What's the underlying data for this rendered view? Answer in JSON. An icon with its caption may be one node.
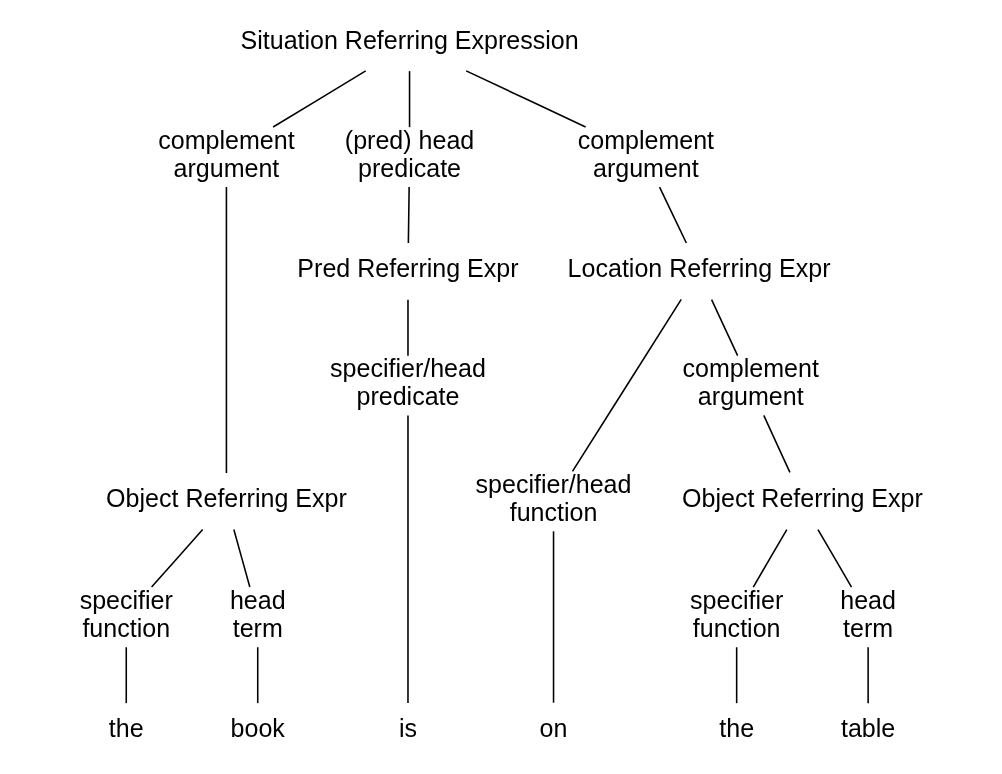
{
  "diagram": {
    "nodes": [
      {
        "text": [
          "Situation Referring Expression"
        ]
      },
      {
        "text": [
          "complement",
          "argument"
        ]
      },
      {
        "text": [
          "(pred) head",
          "predicate"
        ]
      },
      {
        "text": [
          "complement",
          "argument"
        ]
      },
      {
        "text": [
          "Location Referring Expr"
        ]
      },
      {
        "text": [
          "specifier/head",
          "function"
        ]
      },
      {
        "text": [
          "complement",
          "argument"
        ]
      },
      {
        "text": [
          "Object Referring Expr"
        ]
      },
      {
        "text": [
          "Pred Referring Expr"
        ]
      },
      {
        "text": [
          "Object Referring Expr"
        ]
      },
      {
        "text": [
          "specifier",
          "function"
        ]
      },
      {
        "text": [
          "head",
          "term"
        ]
      },
      {
        "text": [
          "specifier/head",
          "predicate"
        ]
      },
      {
        "text": [
          "specifier",
          "function"
        ]
      },
      {
        "text": [
          "head",
          "term"
        ]
      },
      {
        "text": [
          "the"
        ]
      },
      {
        "text": [
          "book"
        ]
      },
      {
        "text": [
          "is"
        ]
      },
      {
        "text": [
          "on"
        ]
      },
      {
        "text": [
          "the"
        ]
      },
      {
        "text": [
          "table"
        ]
      }
    ],
    "edges": [
      {
        "from": 0,
        "to": 1,
        "arrow": "none"
      },
      {
        "from": 0,
        "to": 2,
        "arrow": "none"
      },
      {
        "from": 0,
        "to": 3,
        "arrow": "none"
      },
      {
        "from": 3,
        "to": 4,
        "arrow": "none"
      },
      {
        "from": 4,
        "to": 5,
        "arrow": "none"
      },
      {
        "from": 4,
        "to": 6,
        "arrow": "none"
      },
      {
        "from": 1,
        "to": 7,
        "arrow": "none"
      },
      {
        "from": 2,
        "to": 8,
        "arrow": "none"
      },
      {
        "from": 6,
        "to": 9,
        "arrow": "none"
      },
      {
        "from": 7,
        "to": 10,
        "arrow": "none"
      },
      {
        "from": 7,
        "to": 11,
        "arrow": "none"
      },
      {
        "from": 8,
        "to": 12,
        "arrow": "none"
      },
      {
        "from": 9,
        "to": 13,
        "arrow": "none"
      },
      {
        "from": 9,
        "to": 14,
        "arrow": "none"
      },
      {
        "from": 10,
        "to": 15,
        "arrow": "none"
      },
      {
        "from": 11,
        "to": 16,
        "arrow": "none"
      },
      {
        "from": 12,
        "to": 17,
        "arrow": "none"
      },
      {
        "from": 5,
        "to": 18,
        "arrow": "none"
      },
      {
        "from": 13,
        "to": 19,
        "arrow": "none"
      },
      {
        "from": 14,
        "to": 20,
        "arrow": "none"
      }
    ]
  }
}
